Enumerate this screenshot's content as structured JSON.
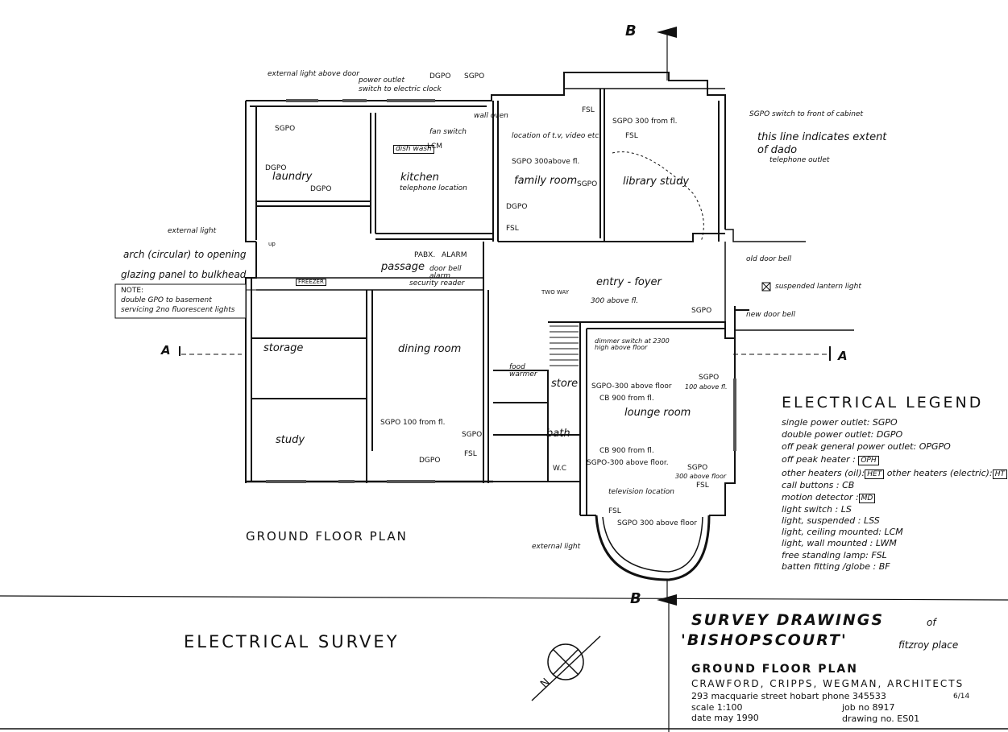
{
  "markers": {
    "section_b": "B",
    "section_a": "A"
  },
  "annotations": {
    "external_light_above_door": "external light above door",
    "power_outlet": "power outlet",
    "switch_to_electric_clock": "switch to electric clock",
    "dgpo": "DGPO",
    "sgpo": "SGPO",
    "wall_oven": "wall oven",
    "fan_switch": "fan switch",
    "lcm": "LCM",
    "dish_wash": "dish wash",
    "telephone_location": "telephone location",
    "location_tv": "location of t.v, video etc.",
    "sgpo_300_above_fl": "SGPO 300above fl.",
    "fsl": "FSL",
    "sgpo_300_from_fl": "SGPO 300 from fl.",
    "sgpo_switch_front_cabinet": "SGPO switch to front of cabinet",
    "dado_note": "this line indicates extent of dado",
    "telephone_outlet": "telephone outlet",
    "external_light": "external light",
    "arch_note": "arch (circular) to opening",
    "glazing_note": "glazing panel to bulkhead",
    "note_title": "NOTE:",
    "note_line1": "double GPO to basement",
    "note_line2": "servicing 2no fluorescent lights",
    "old_door_bell": "old door bell",
    "suspended_lantern": "suspended lantern light",
    "new_door_bell": "new door bell",
    "pabx": "PABX.",
    "alarm": "ALARM",
    "door_bell_alarm": "door bell alarm",
    "security_reader": "security reader",
    "freezer": "FREEZER",
    "two_way": "TWO WAY",
    "sgpo_300_above_fl_2": "300 above fl.",
    "dimmer_switch": "dimmer switch at 2300 high above floor",
    "food_warmer": "food warmer",
    "sgpo_300_above_floor": "SGPO-300 above floor",
    "cb_900_from_fl": "CB 900 from fl.",
    "sgpo_300_above_floor_2": "SGPO-300 above floor.",
    "sgpo_100_above_fl": "100 above fl.",
    "sgpo_300_above_floor_3": "300 above floor",
    "television_location": "television location",
    "sgpo_300_above_floor_4": "SGPO 300 above floor",
    "sgpo_100_from_fl": "SGPO 100 from fl.",
    "external_light_2": "external light",
    "up": "up"
  },
  "rooms": {
    "laundry": "laundry",
    "kitchen": "kitchen",
    "family_room": "family room",
    "library_study": "library study",
    "passage": "passage",
    "entry_foyer": "entry - foyer",
    "storage": "storage",
    "dining_room": "dining room",
    "study": "study",
    "store": "store",
    "bath": "bath",
    "wc": "W.C",
    "lounge_room": "lounge room"
  },
  "plan_title": "GROUND FLOOR PLAN",
  "legend": {
    "title": "ELECTRICAL LEGEND",
    "items": [
      {
        "label": "single power outlet:",
        "code": "SGPO",
        "boxed": false
      },
      {
        "label": "double power outlet:",
        "code": "DGPO",
        "boxed": false
      },
      {
        "label": "off peak general power outlet:",
        "code": "OPGPO",
        "boxed": false
      },
      {
        "label": "off peak heater :",
        "code": "OPH",
        "boxed": true
      },
      {
        "label": "other heaters (oil):",
        "code": "HET",
        "boxed": true,
        "extra_label": "other heaters (electric):",
        "extra_code": "HT"
      },
      {
        "label": "call buttons :",
        "code": "CB",
        "boxed": false
      },
      {
        "label": "motion detector :",
        "code": "MD",
        "boxed": true
      },
      {
        "label": "light switch :",
        "code": "LS",
        "boxed": false
      },
      {
        "label": "light, suspended :",
        "code": "LSS",
        "boxed": false
      },
      {
        "label": "light, ceiling mounted:",
        "code": "LCM",
        "boxed": false
      },
      {
        "label": "light, wall mounted :",
        "code": "LWM",
        "boxed": false
      },
      {
        "label": "free standing lamp:",
        "code": "FSL",
        "boxed": false
      },
      {
        "label": "batten fitting /globe :",
        "code": "BF",
        "boxed": false
      }
    ]
  },
  "title_block": {
    "survey_title": "ELECTRICAL SURVEY",
    "survey_drawings": "SURVEY DRAWINGS",
    "of": "of",
    "property": "'BISHOPSCOURT'",
    "location": "fitzroy place",
    "sheet_title": "GROUND FLOOR PLAN",
    "architects": "CRAWFORD, CRIPPS, WEGMAN, ARCHITECTS",
    "address": "293 macquarie street hobart  phone 345533",
    "page": "6/14",
    "scale": "scale  1:100",
    "date": "date  may 1990",
    "job_no": "job no     8917",
    "drawing_no": "drawing no. ES01",
    "north": "N"
  }
}
